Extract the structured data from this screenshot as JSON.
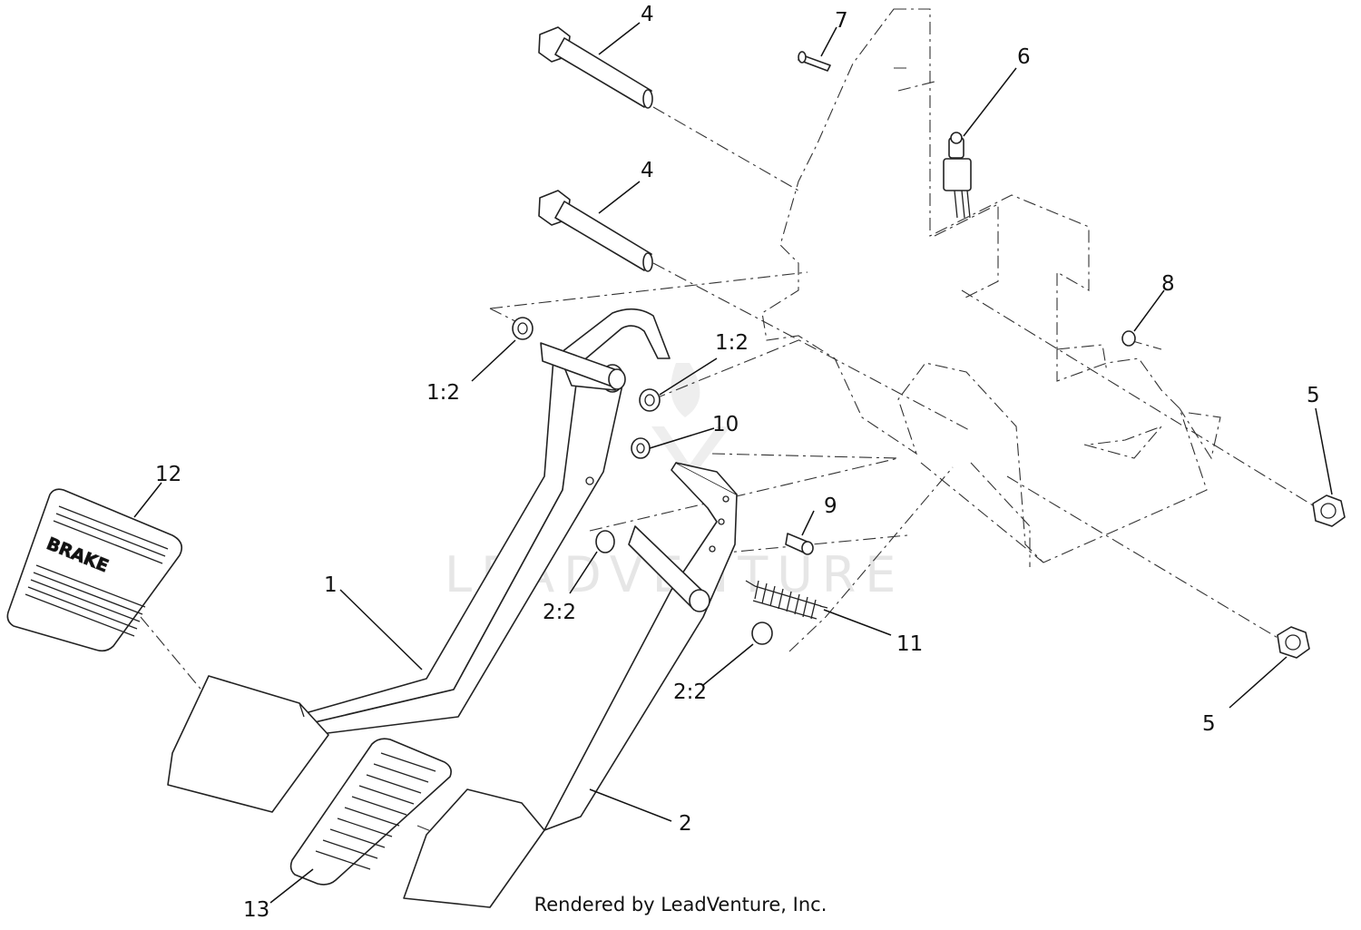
{
  "diagram": {
    "callouts": {
      "c1": "1",
      "c2": "2",
      "c4a": "4",
      "c4b": "4",
      "c5a": "5",
      "c5b": "5",
      "c6": "6",
      "c7": "7",
      "c8": "8",
      "c9": "9",
      "c10": "10",
      "c11": "11",
      "c12": "12",
      "c13": "13",
      "c12a": "1:2",
      "c12b": "1:2",
      "c22a": "2:2",
      "c22b": "2:2"
    },
    "pad_text": "BRAKE",
    "watermark": "LEADVENTURE",
    "credit": "Rendered by LeadVenture, Inc."
  }
}
